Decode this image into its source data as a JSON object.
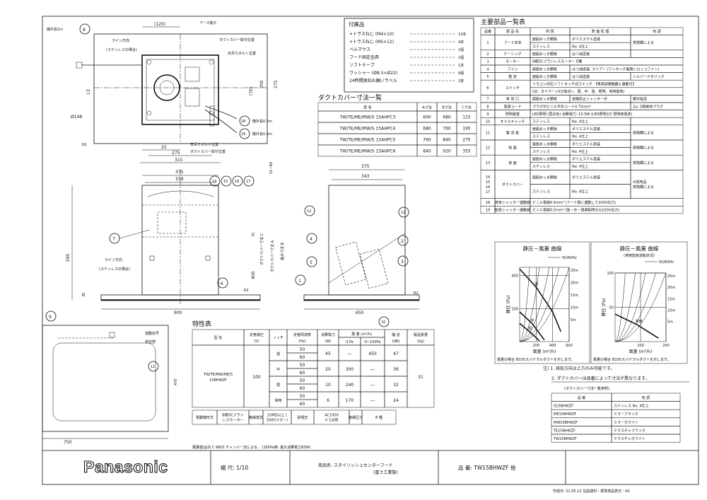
{
  "frame": {
    "scale_label": "縮 尺: 1/10",
    "product_name_label": "商品名: スタイリッシュセンターフード",
    "maker_note": "(富士工業製)",
    "model_label": "品 番: TW15BHWZF 他",
    "date_line": "作成日: 21.05.12 住設建材・標準部品表式・A3",
    "logo": "Panasonic"
  },
  "top_view": {
    "dims": [
      "(125)",
      "200",
      "275",
      "(70)",
      "13",
      "25",
      "275",
      "315",
      "Ø148"
    ],
    "labels": [
      "機外長1m",
      "ライン方向",
      "(ステンレスの場合)",
      "アース端子",
      "ダクトカバー取付位置",
      "天吊りボルト位置",
      "機外長0.5m",
      "機外長0.5m",
      "天吊りボルト位置",
      "ダクトカバー取付位置",
      "R2"
    ],
    "callouts": [
      "8",
      "18",
      "19"
    ]
  },
  "front_view": {
    "dims": [
      "375",
      "339",
      "51~80",
      "75",
      "595",
      "400",
      "35",
      "900"
    ],
    "vert_labels": [
      "ダクトカバー寸法 C",
      "最大寸法 B",
      "ダクトカバー寸法 A"
    ],
    "labels": [
      "ライン方向",
      "(ステンレスの場合)",
      "R2"
    ],
    "callouts": [
      "14",
      "15",
      "16",
      "17",
      "7",
      "6"
    ]
  },
  "side_view": {
    "dims": [
      "375",
      "343",
      "650"
    ],
    "labels": [
      "R2"
    ],
    "callouts": [
      "12",
      "13",
      "4",
      "2",
      "5",
      "3",
      "1",
      "10"
    ]
  },
  "bottom_view": {
    "dims": [
      "470",
      "750"
    ],
    "labels": [
      "運動信号",
      "受信部"
    ],
    "callouts": [
      "9",
      "11"
    ]
  },
  "accessories": {
    "title": "付属品",
    "items": [
      {
        "name": "+トラスねじ (M4×10)",
        "qty": "13本"
      },
      {
        "name": "+トラスねじ (M5×12)",
        "qty": "4本"
      },
      {
        "name": "ベルマウス",
        "qty": "1個"
      },
      {
        "name": "フード固定金具",
        "qty": "1個"
      },
      {
        "name": "ソフトテープ",
        "qty": "1本"
      },
      {
        "name": "ワッシャー (Ø8.5×Ø22)",
        "qty": "8個"
      },
      {
        "name": "24時間換気お願いラベル",
        "qty": "1枚"
      }
    ]
  },
  "duct_table": {
    "title": "ダクトカバー寸法一覧",
    "headers": [
      "型 名",
      "A寸法",
      "B寸法",
      "C寸法"
    ],
    "rows": [
      [
        "TW/TE/ME/MW/S 15AHPC3",
        "600",
        "680",
        "115"
      ],
      [
        "TW/TE/ME/MW/S 15AHPC4",
        "680",
        "760",
        "195"
      ],
      [
        "TW/TE/ME/MW/S 15AHPC5",
        "760",
        "840",
        "275"
      ],
      [
        "TW/TE/ME/MW/S 15AHPC6",
        "840",
        "920",
        "355"
      ]
    ]
  },
  "parts": {
    "title": "主要部品一覧表",
    "headers": [
      "品番",
      "部 品 名",
      "材 質",
      "表 面 処 理",
      "色 調"
    ],
    "rows": [
      {
        "no": "1",
        "name": "フード本体",
        "mat": "亜鉛めっき鋼板",
        "surf": "ポリエステル塗装",
        "color": "表題欄による",
        "no_rs": 2,
        "name_rs": 2
      },
      {
        "mat": "ステンレス",
        "surf": "No. 4仕上"
      },
      {
        "no": "2",
        "name": "ケーシング",
        "mat": "亜鉛めっき鋼板",
        "surf": "はつ油塗装"
      },
      {
        "no": "3",
        "name": "モーター",
        "mat": "8極DCブラシレスモーター E種",
        "span": 3
      },
      {
        "no": "4",
        "name": "ファン",
        "mat": "亜鉛めっき鋼板",
        "surf": "はつ油塗装: クリアー (ワンタッチ着脱シロッコファン)",
        "surf_span": 2
      },
      {
        "no": "5",
        "name": "整 流",
        "mat": "亜鉛めっき鋼板",
        "surf": "はつ油塗装",
        "color": "シルバーメタリック"
      },
      {
        "no": "6",
        "name": "スイッチ",
        "mat": "リモコン対応ソフトタッチ式スイッチ 【専用調理機器と連動可】",
        "span": 3,
        "no_rs": 2,
        "name_rs": 2
      },
      {
        "mat": "(切、タイマー<3分後切>、弱、中、強、照明、常時換気)",
        "span": 3
      },
      {
        "no": "7",
        "name": "排 気 口",
        "mat": "亜鉛めっき鋼板",
        "surf": "逆風防止シャッター付",
        "color": "銀付属品"
      },
      {
        "no": "8",
        "name": "電源コード",
        "mat": "プラグ付ビニル平形コード0.75mm²",
        "span": 2,
        "color": "2心 2極接地プラグ"
      },
      {
        "no": "9",
        "name": "照明装置",
        "mat": "LED照明 (昼白色) 消費電力: 10.5W (LED照明1灯 照明用電源)",
        "span": 3
      },
      {
        "no": "10",
        "name": "オイルキャッチ",
        "mat": "ステンレス",
        "surf": "No. 4仕上"
      },
      {
        "no": "11",
        "name": "整 流 板",
        "mat": "亜鉛めっき鋼板",
        "surf": "ポリエステル塗装",
        "color": "表題欄による",
        "no_rs": 2,
        "name_rs": 2
      },
      {
        "mat": "ステンレス",
        "surf": "No. 4仕上"
      },
      {
        "no": "12",
        "name": "前 面",
        "mat": "亜鉛めっき鋼板",
        "surf": "ポリエステル塗装",
        "color": "表題欄による",
        "no_rs": 2,
        "name_rs": 2
      },
      {
        "mat": "ステンレス",
        "surf": "No. 4仕上"
      },
      {
        "no": "13",
        "name": "後 面",
        "mat": "亜鉛めっき鋼板",
        "surf": "ポリエステル塗装",
        "color": "表題欄による",
        "no_rs": 2,
        "name_rs": 2
      },
      {
        "mat": "ステンレス",
        "surf": "No. 4仕上"
      },
      {
        "no": "14\n15\n16\n17",
        "name": "ダクトカバー",
        "mat": "亜鉛めっき鋼板",
        "surf": "ポリエステル塗装",
        "color": "※別売品\n表題欄による",
        "no_rs": 2,
        "name_rs": 2,
        "big": true
      },
      {
        "mat": "ステンレス",
        "surf": "No. 4仕上",
        "big": true
      },
      {
        "no": "18",
        "name": "排気シャッター連動線",
        "mat": "ビニル電線0.5mm² (フード側に連動して100V出力)",
        "span": 3
      },
      {
        "no": "19",
        "name": "給気シャッター連動線",
        "mat": "ビニル電線0.5mm² (強・中・弱運転時のみ100V出力)",
        "span": 3
      }
    ]
  },
  "perf": {
    "title": "特性表",
    "headers": [
      "型 名",
      "定格電圧 (V)",
      "ノッチ",
      "定格周波数 (Hz)",
      "消費電力 (W)",
      "風 量 (m³/h)",
      "騒 音 (dB)",
      "製品質量 (kg)"
    ],
    "sub_headers": [
      "0 Pa",
      "0~150Pa"
    ],
    "model": "TW/TE/MW/ME/S 15BHWZF",
    "voltage": "100",
    "mass": "31",
    "rows": [
      {
        "notch": "強",
        "hz": [
          "50",
          "60"
        ],
        "w": "45",
        "q0": "―",
        "q150": "450",
        "db": "47"
      },
      {
        "notch": "中",
        "hz": [
          "50",
          "60"
        ],
        "w": "20",
        "q0": "300",
        "q150": "―",
        "db": "36"
      },
      {
        "notch": "弱",
        "hz": [
          "50",
          "60"
        ],
        "w": "10",
        "q0": "240",
        "q150": "―",
        "db": "32"
      },
      {
        "notch": "常時",
        "hz": [
          "50",
          "60"
        ],
        "w": "6",
        "q0": "170",
        "q150": "―",
        "db": "24"
      }
    ],
    "footer": [
      "電動機形式",
      "8極DCブラシレスモーター",
      "絶縁抵抗",
      "10MΩ以上 (500Vメガー)",
      "耐電圧",
      "AC1000V 1分間",
      "絶縁区分",
      "E 種"
    ],
    "note": "風量値はJIS C 9603 チャンバー法による。 (165Pa時: 最大消費電力83W)"
  },
  "charts": {
    "chart_data": [
      {
        "type": "line",
        "title": "静圧－風量 曲線",
        "legend": "50/60Hz",
        "ylabel": "静圧 (Pa)",
        "xlabel": "風量 (m³/h)",
        "xlim": [
          0,
          600
        ],
        "ylim": [
          0,
          450
        ],
        "xticks": [
          200,
          400,
          600
        ],
        "yticks": [
          200,
          400
        ],
        "series": [
          {
            "name": "強",
            "x": [
              0,
              200,
              400,
              500
            ],
            "y": [
              440,
              330,
              180,
              60
            ]
          },
          {
            "name": "中",
            "x": [
              0,
              150,
              300
            ],
            "y": [
              180,
              110,
              10
            ]
          },
          {
            "name": "弱",
            "x": [
              0,
              120,
              240
            ],
            "y": [
              110,
              60,
              5
            ]
          }
        ],
        "right_labels": [
          "25m",
          "20m",
          "15m",
          "10m",
          "5m"
        ],
        "note": "風量の場合 Ø150スパイラルダクトを示します。"
      },
      {
        "type": "line",
        "title": "静圧－風量 曲線",
        "subtitle": "(常時換気運転状況)",
        "legend": "50/60Hz",
        "ylabel": "静圧 (Pa)",
        "xlabel": "風量 (m³/h)",
        "xlim": [
          0,
          200
        ],
        "ylim": [
          0,
          100
        ],
        "xticks": [
          100,
          200
        ],
        "yticks": [
          50,
          100
        ],
        "series": [
          {
            "name": "常時",
            "x": [
              0,
              85,
              170
            ],
            "y": [
              40,
              25,
              5
            ]
          }
        ],
        "right_labels": [
          "25m",
          "20m",
          "15m",
          "10m",
          "5m"
        ],
        "note": "風量の場合 Ø150スパイラルダクトを示します。"
      }
    ]
  },
  "notes": {
    "n1": "注) 1. 排気方向は上方のみ可能です。",
    "n2": "2. ダクトカバーは品番によって寸法が異なります。",
    "n3": "(ダクトカバー寸法一覧参照)"
  },
  "color_table": {
    "headers": [
      "品 番",
      "色 調"
    ],
    "rows": [
      [
        "S15BHWZF",
        "ステンレス No. 4仕上"
      ],
      [
        "ME15BHWZF",
        "ミラーブラック"
      ],
      [
        "MW15BHWZF",
        "ミラーホワイト"
      ],
      [
        "TE15BHWZF",
        "テクスチャブラック"
      ],
      [
        "TW15BHWZF",
        "テクスチャホワイト"
      ]
    ]
  }
}
